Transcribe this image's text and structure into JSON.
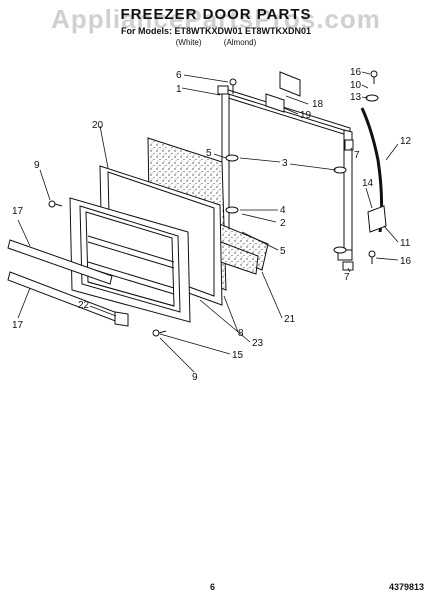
{
  "watermark": "AppliancePartsPros.com",
  "title": "FREEZER DOOR PARTS",
  "models": "For Models: ET8WTKXDW01 ET8WTKXDN01",
  "colors": [
    "(White)",
    "(Almond)"
  ],
  "callouts": [
    "6",
    "1",
    "16",
    "10",
    "13",
    "18",
    "19",
    "20",
    "5",
    "3",
    "12",
    "7",
    "9",
    "14",
    "4",
    "2",
    "11",
    "5",
    "16",
    "7",
    "17",
    "22",
    "21",
    "8",
    "17",
    "23",
    "15",
    "9"
  ],
  "page_number": "6",
  "doc_number": "4379813"
}
